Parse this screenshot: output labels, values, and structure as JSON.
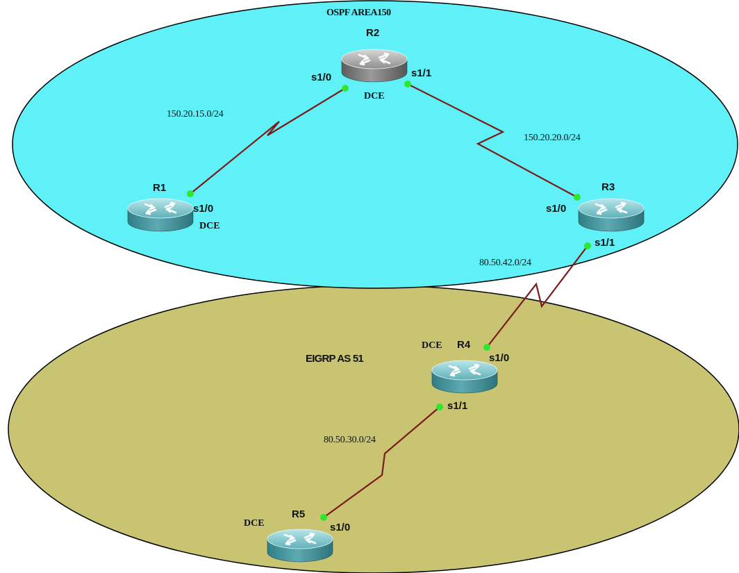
{
  "areas": {
    "ospf": {
      "label": "OSPF AREA150",
      "color": "#5ff1f7"
    },
    "eigrp": {
      "label": "EIGRP AS 51",
      "color": "#c8c472"
    }
  },
  "routers": [
    {
      "id": "R1",
      "label": "R1",
      "style": "teal",
      "dce": "DCE"
    },
    {
      "id": "R2",
      "label": "R2",
      "style": "gray",
      "dce": "DCE"
    },
    {
      "id": "R3",
      "label": "R3",
      "style": "teal",
      "dce": ""
    },
    {
      "id": "R4",
      "label": "R4",
      "style": "teal",
      "dce": "DCE"
    },
    {
      "id": "R5",
      "label": "R5",
      "style": "teal",
      "dce": "DCE"
    }
  ],
  "links": [
    {
      "network": "150.20.15.0/24",
      "from": "R1",
      "from_if": "s1/0",
      "to": "R2",
      "to_if": "s1/0"
    },
    {
      "network": "150.20.20.0/24",
      "from": "R2",
      "from_if": "s1/1",
      "to": "R3",
      "to_if": "s1/0"
    },
    {
      "network": "80.50.42.0/24",
      "from": "R3",
      "from_if": "s1/1",
      "to": "R4",
      "to_if": "s1/0"
    },
    {
      "network": "80.50.30.0/24",
      "from": "R4",
      "from_if": "s1/1",
      "to": "R5",
      "to_if": "s1/0"
    }
  ],
  "colors": {
    "link": "#7a1a1a",
    "port": "#2ee82e",
    "outline": "#000000"
  }
}
